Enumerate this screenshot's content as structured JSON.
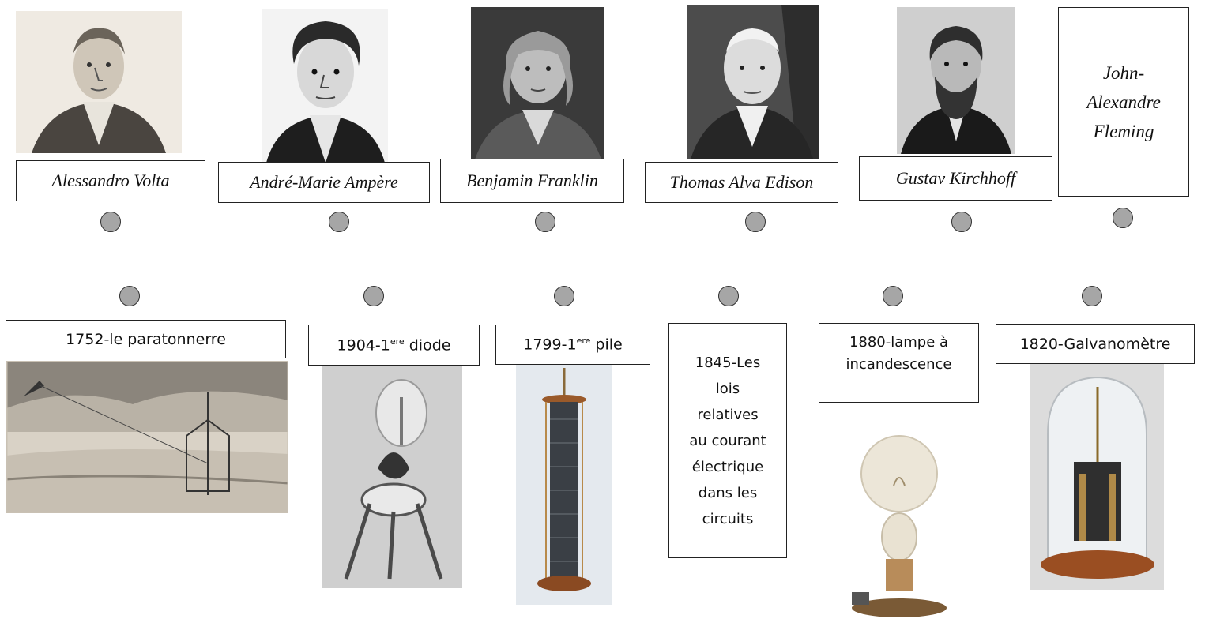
{
  "scientists": [
    {
      "name": "Alessandro Volta"
    },
    {
      "name": "André-Marie Ampère"
    },
    {
      "name": "Benjamin Franklin"
    },
    {
      "name": "Thomas Alva Edison"
    },
    {
      "name": "Gustav Kirchhoff"
    },
    {
      "name": "John-Alexandre Fleming",
      "lines": [
        "John-",
        "Alexandre",
        "Fleming"
      ]
    }
  ],
  "inventions": [
    {
      "label": "1752-le paratonnerre"
    },
    {
      "label_main": "1904-1",
      "label_sup": "ere",
      "label_rest": " diode"
    },
    {
      "label_main": "1799-1",
      "label_sup": "ere",
      "label_rest": " pile"
    },
    {
      "lines": [
        "1845-Les",
        "lois",
        "relatives",
        "au courant",
        "électrique",
        "dans les",
        "circuits"
      ]
    },
    {
      "lines": [
        "1880-lampe à",
        "incandescence"
      ]
    },
    {
      "label": "1820-Galvanomètre"
    }
  ],
  "colors": {
    "dot_fill": "#a6a6a6",
    "border": "#222222"
  }
}
